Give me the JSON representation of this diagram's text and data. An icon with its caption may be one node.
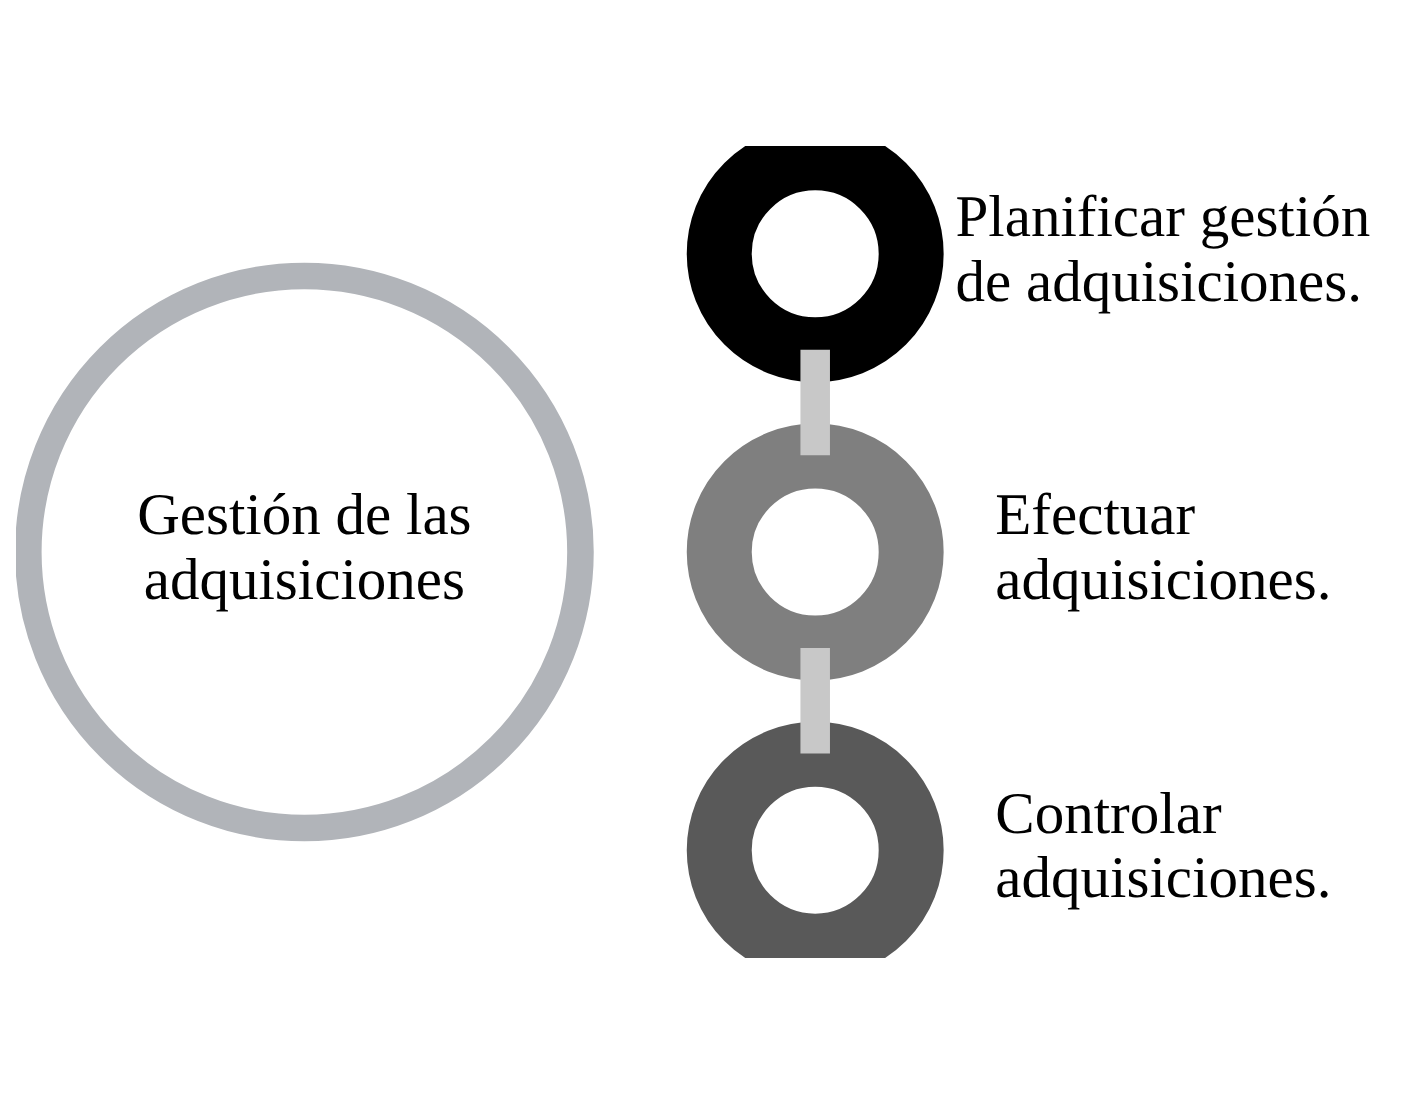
{
  "diagram": {
    "nodes": [
      {
        "text": [
          "Gestión de las adquisiciones"
        ]
      },
      {
        "text": [],
        "shape": "circle",
        "beside": [
          "Planificar gestión de adquisiciones."
        ]
      },
      {
        "text": [],
        "shape": "circle",
        "beside": [
          "Efectuar adquisiciones."
        ]
      },
      {
        "text": [],
        "shape": "circle",
        "beside": [
          "Controlar adquisiciones."
        ]
      }
    ],
    "edges": [
      {
        "from": 1,
        "to": 2,
        "arrow": "none"
      },
      {
        "from": 2,
        "to": 3,
        "arrow": "none"
      }
    ]
  }
}
